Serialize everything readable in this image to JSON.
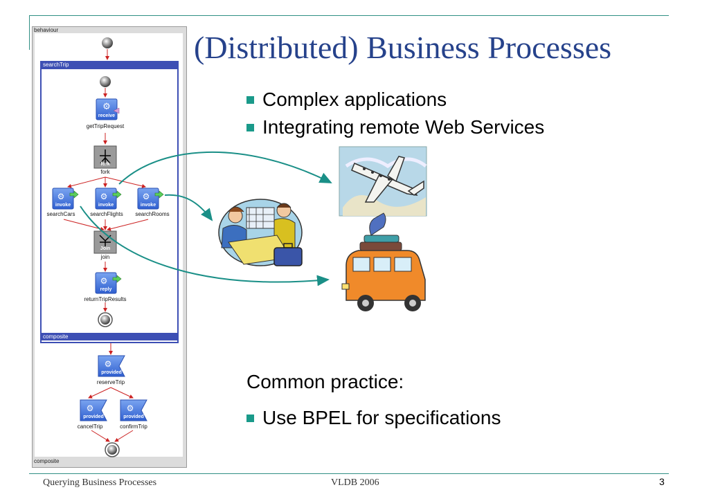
{
  "slide": {
    "title": "(Distributed) Business Processes",
    "bullets": [
      "Complex applications",
      "Integrating remote Web Services"
    ],
    "heading2": "Common practice:",
    "bullets2": [
      "Use BPEL for specifications"
    ]
  },
  "footer": {
    "left": "Querying Business Processes",
    "center": "VLDB 2006",
    "page": "3"
  },
  "diagram": {
    "panel_label": "behaviour",
    "scope_label": "searchTrip",
    "inner_footer": "composite",
    "outer_footer": "composite",
    "nodes": {
      "receive_badge": "receive",
      "receive_label": "getTripRequest",
      "fork_badge": "fork",
      "fork_label": "fork",
      "invoke_badge": "invoke",
      "invoke1_label": "searchCars",
      "invoke2_label": "searchFlights",
      "invoke3_label": "searchRooms",
      "join_badge": "Join",
      "join_label": "join",
      "reply_badge": "reply",
      "reply_label": "returnTripResults",
      "provided_badge": "provided",
      "reserve_label": "reserveTrip",
      "cancel_label": "cancelTrip",
      "confirm_label": "confirmTrip"
    }
  },
  "colors": {
    "title": "#26428b",
    "accent": "#1a9a8a",
    "scope": "#3d4fb4",
    "arrow": "#cc2222",
    "connector": "#1a8f87"
  },
  "images": [
    "airplane-clipart",
    "travel-agent-clipart",
    "car-luggage-clipart"
  ]
}
